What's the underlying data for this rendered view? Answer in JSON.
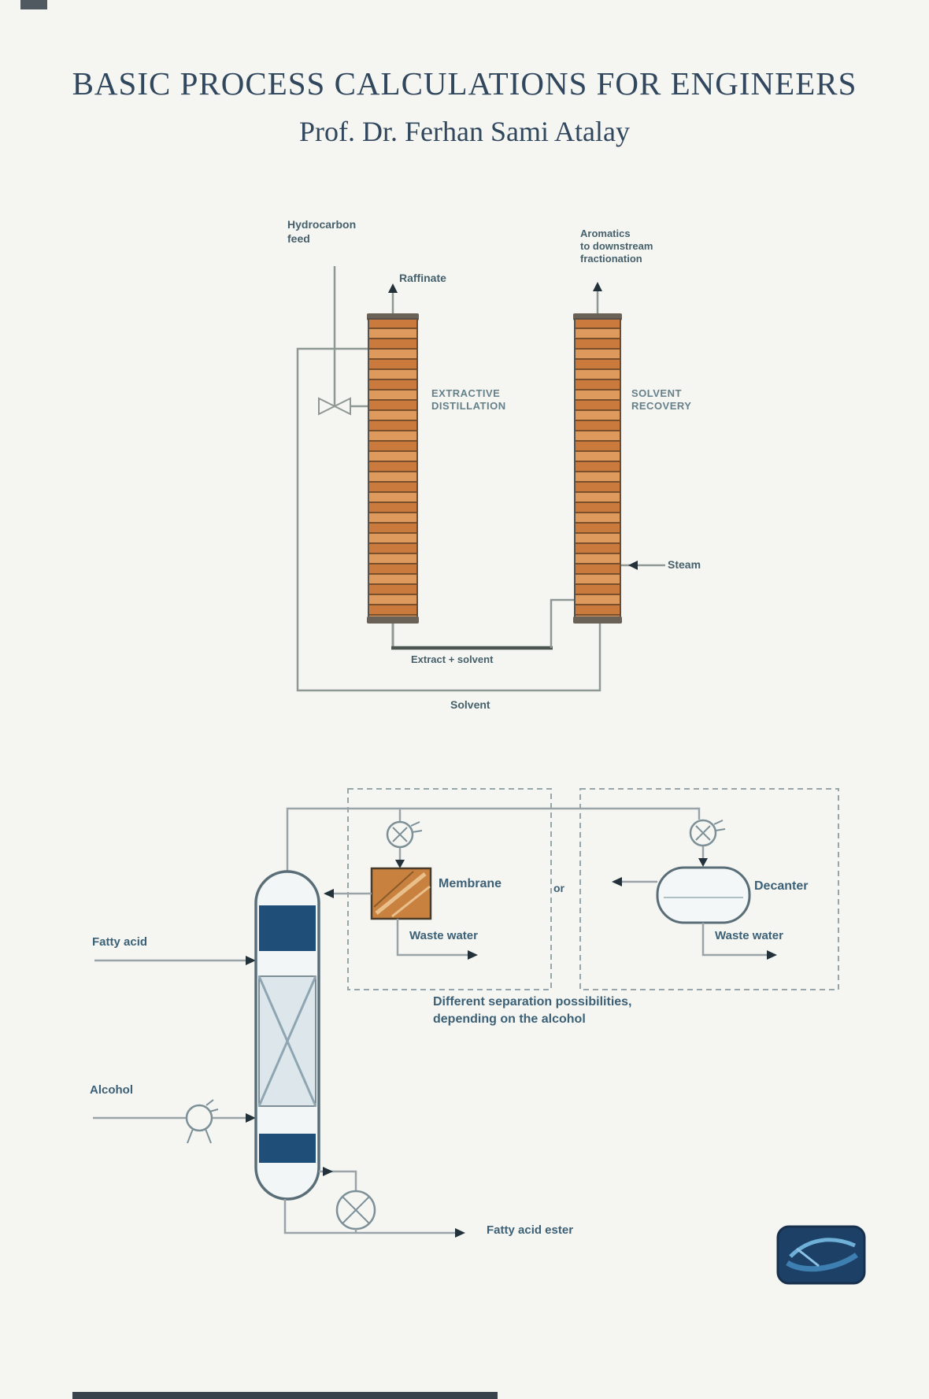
{
  "header": {
    "title": "BASIC PROCESS CALCULATIONS FOR ENGINEERS",
    "author": "Prof. Dr. Ferhan Sami Atalay"
  },
  "diagram1": {
    "hydrocarbon_feed": [
      "Hydrocarbon",
      "feed"
    ],
    "raffinate": "Raffinate",
    "aromatics": [
      "Aromatics",
      "to downstream",
      "fractionation"
    ],
    "extractive": [
      "EXTRACTIVE",
      "DISTILLATION"
    ],
    "solvent_recovery": [
      "SOLVENT",
      "RECOVERY"
    ],
    "steam": "Steam",
    "extract_solvent": "Extract + solvent",
    "solvent": "Solvent"
  },
  "diagram2": {
    "fatty_acid": "Fatty acid",
    "alcohol": "Alcohol",
    "membrane": "Membrane",
    "or": "or",
    "decanter": "Decanter",
    "waste_water_left": "Waste water",
    "waste_water_right": "Waste water",
    "fatty_acid_ester": "Fatty acid ester",
    "caption": [
      "Different separation possibilities,",
      "depending on the alcohol"
    ]
  },
  "icons": {
    "condenser": "circle-with-fan-blades",
    "pump": "circle-with-legs",
    "reboiler": "circle-with-cross",
    "mixer": "bowtie-valve",
    "publisher_logo": "dark-blue-rounded-badge-with-light-swirl"
  },
  "colors": {
    "bg": "#f5f6f2",
    "title": "#31475e",
    "lbl1": "#46606b",
    "lbl2": "#3c6076",
    "tray_orange": "#c97a3c",
    "tray_tan": "#dd9a5c",
    "column_blue": "#1f4e79",
    "membrane_orange": "#c8813f",
    "logo_navy": "#1d4066",
    "line": "#8e9894"
  }
}
